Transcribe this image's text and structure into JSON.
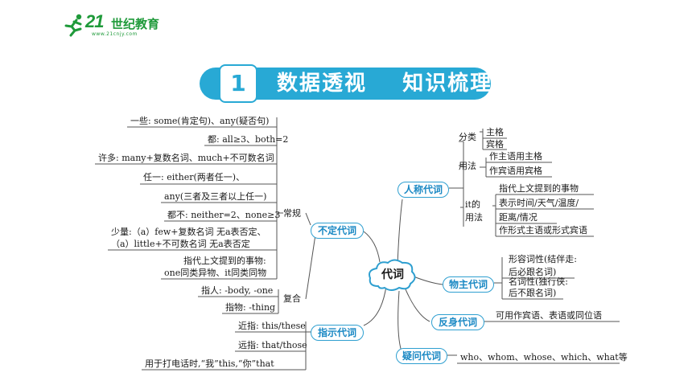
{
  "logo": {
    "brand": "21",
    "brand_cn": "世纪教育",
    "url": "www.21cnjy.com"
  },
  "banner": {
    "number": "1",
    "title": "数据透视    知识梳理"
  },
  "center": "代词",
  "branches": {
    "indefinite": {
      "label": "不定代词",
      "groups": {
        "common": "常规",
        "compound": "复合"
      },
      "items": [
        "一些: some(肯定句)、any(疑否句)",
        "都: all≥3、both=2",
        "许多: many+复数名词、much+不可数名词",
        "任一: either(两者任一)、",
        "any(三者及三者以上任一)",
        "都不: neither=2、none≥3",
        "少量:（a）few+复数名词 无a表否定、",
        "（a）little+不可数名词 无a表否定",
        "指代上文提到的事物:",
        "one同类异物、it同类同物",
        "指人: -body, -one",
        "指物: -thing"
      ]
    },
    "demonstrative": {
      "label": "指示代词",
      "items": [
        "近指: this/these",
        "远指: that/those",
        "用于打电话时,“我”this,“你”that"
      ]
    },
    "personal": {
      "label": "人称代词",
      "classification": {
        "label": "分类",
        "items": [
          "主格",
          "宾格"
        ]
      },
      "usage": {
        "label": "用法",
        "items": [
          "作主语用主格",
          "作宾语用宾格"
        ]
      },
      "it_usage": {
        "label_line1": "it的",
        "label_line2": "用法",
        "items": [
          "指代上文提到的事物",
          "表示时间/天气/温度/",
          "距离/情况",
          "作形式主语或形式宾语"
        ]
      }
    },
    "possessive": {
      "label": "物主代词",
      "items": [
        "形容词性(结伴走:",
        "后必跟名词)",
        "名词性(独行侠:",
        "后不跟名词)"
      ]
    },
    "reflexive": {
      "label": "反身代词",
      "text": "可用作宾语、表语或同位语"
    },
    "interrogative": {
      "label": "疑问代词",
      "text": "who、whom、whose、which、what等"
    }
  },
  "colors": {
    "accent": "#28a9d5",
    "brand": "#1f9a3a",
    "line": "#555555"
  }
}
